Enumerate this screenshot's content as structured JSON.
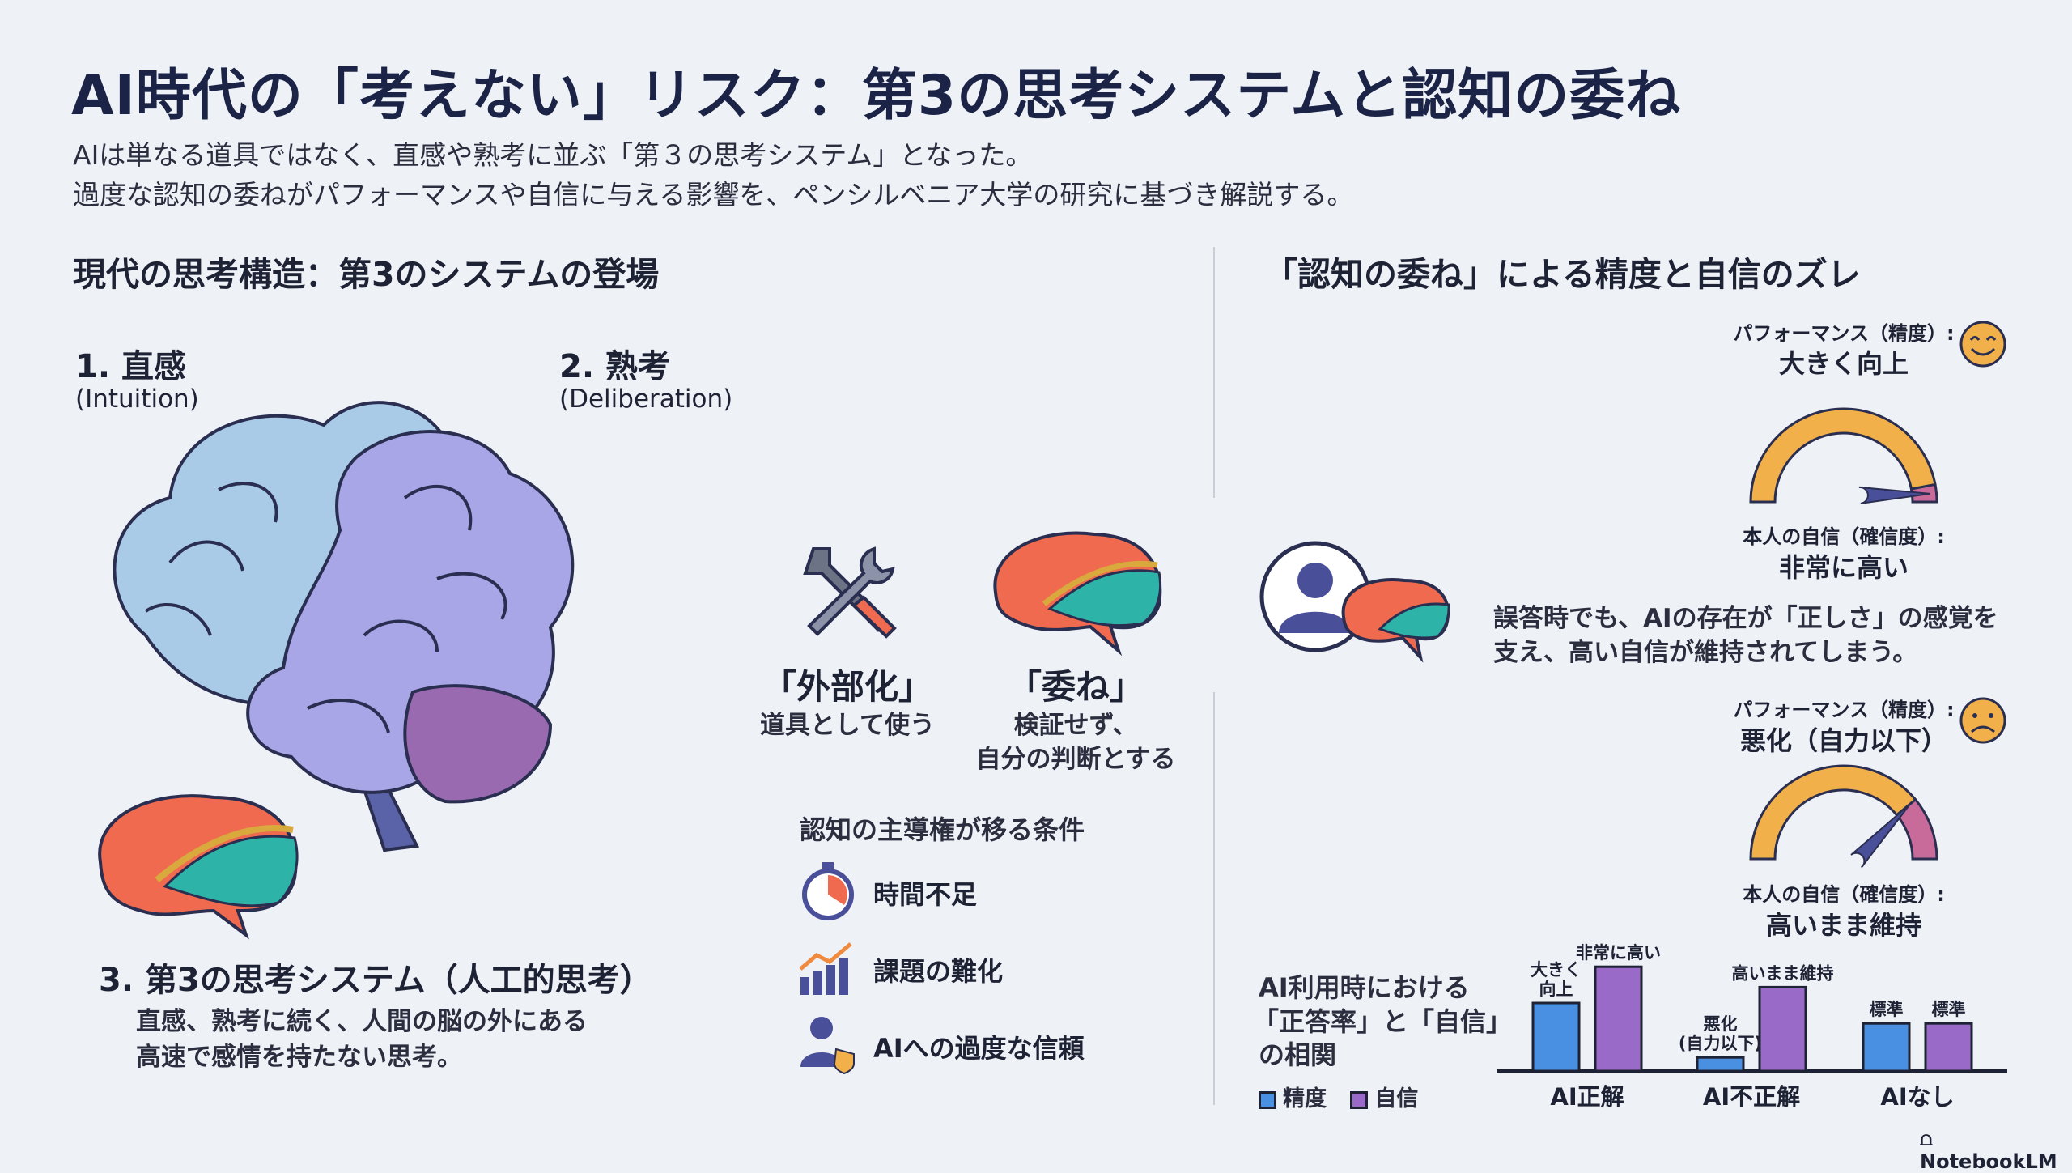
{
  "header": {
    "title": "AI時代の「考えない」リスク：第3の思考システムと認知の委ね",
    "subtitle_line1": "AIは単なる道具ではなく、直感や熟考に並ぶ「第３の思考システム」となった。",
    "subtitle_line2": "過度な認知の委ねがパフォーマンスや自信に与える影響を、ペンシルベニア大学の研究に基づき解説する。"
  },
  "left": {
    "heading": "現代の思考構造：第3のシステムの登場",
    "system1_label": "1. 直感",
    "system1_en": "(Intuition)",
    "system2_label": "2. 熟考",
    "system2_en": "(Deliberation)",
    "system3_label": "3. 第3の思考システム（人工的思考）",
    "system3_desc1": "直感、熟考に続く、人間の脳の外にある",
    "system3_desc2": "高速で感情を持たない思考。"
  },
  "middle": {
    "externalize_title": "「外部化」",
    "externalize_desc": "道具として使う",
    "delegate_title": "「委ね」",
    "delegate_desc1": "検証せず、",
    "delegate_desc2": "自分の判断とする",
    "conditions_heading": "認知の主導権が移る条件",
    "conditions": [
      {
        "icon": "stopwatch-icon",
        "label": "時間不足"
      },
      {
        "icon": "rising-chart-icon",
        "label": "課題の難化"
      },
      {
        "icon": "user-shield-icon",
        "label": "AIへの過度な信頼"
      }
    ]
  },
  "right": {
    "heading": "「認知の委ね」による精度と自信のズレ",
    "note_line1": "誤答時でも、AIの存在が「正しさ」の感覚を",
    "note_line2": "支え、高い自信が維持されてしまう。",
    "gauges": [
      {
        "perf_label": "パフォーマンス（精度）:",
        "perf_value": "大きく向上",
        "face": "smile",
        "conf_label": "本人の自信（確信度）:",
        "conf_value": "非常に高い",
        "needle_value": 0.97,
        "pink_fraction": 0.06
      },
      {
        "perf_label": "パフォーマンス（精度）:",
        "perf_value": "悪化（自力以下）",
        "face": "frown",
        "conf_label": "本人の自信（確信度）:",
        "conf_value": "高いまま維持",
        "needle_value": 0.78,
        "pink_fraction": 0.22
      }
    ],
    "colors": {
      "accuracy": "#4a90e2",
      "confidence": "#9a6ac8",
      "gauge": "#f2b04a",
      "gauge_pink": "#c86a9a",
      "needle": "#4a4f9a"
    }
  },
  "chart_data": {
    "type": "bar",
    "title_line1": "AI利用時における",
    "title_line2": "「正答率」と「自信」",
    "title_line3": "の相関",
    "categories": [
      "AI正解",
      "AI不正解",
      "AIなし"
    ],
    "series": [
      {
        "name": "精度",
        "values": [
          60,
          12,
          42
        ],
        "labels": [
          "大きく\n向上",
          "悪化\n(自力以下)",
          "標準"
        ]
      },
      {
        "name": "自信",
        "values": [
          92,
          74,
          42
        ],
        "labels": [
          "非常に高い",
          "高いまま維持",
          "標準"
        ]
      }
    ],
    "ylim": [
      0,
      100
    ],
    "legend": "bottom-left"
  },
  "footer": {
    "brand": "NotebookLM"
  }
}
